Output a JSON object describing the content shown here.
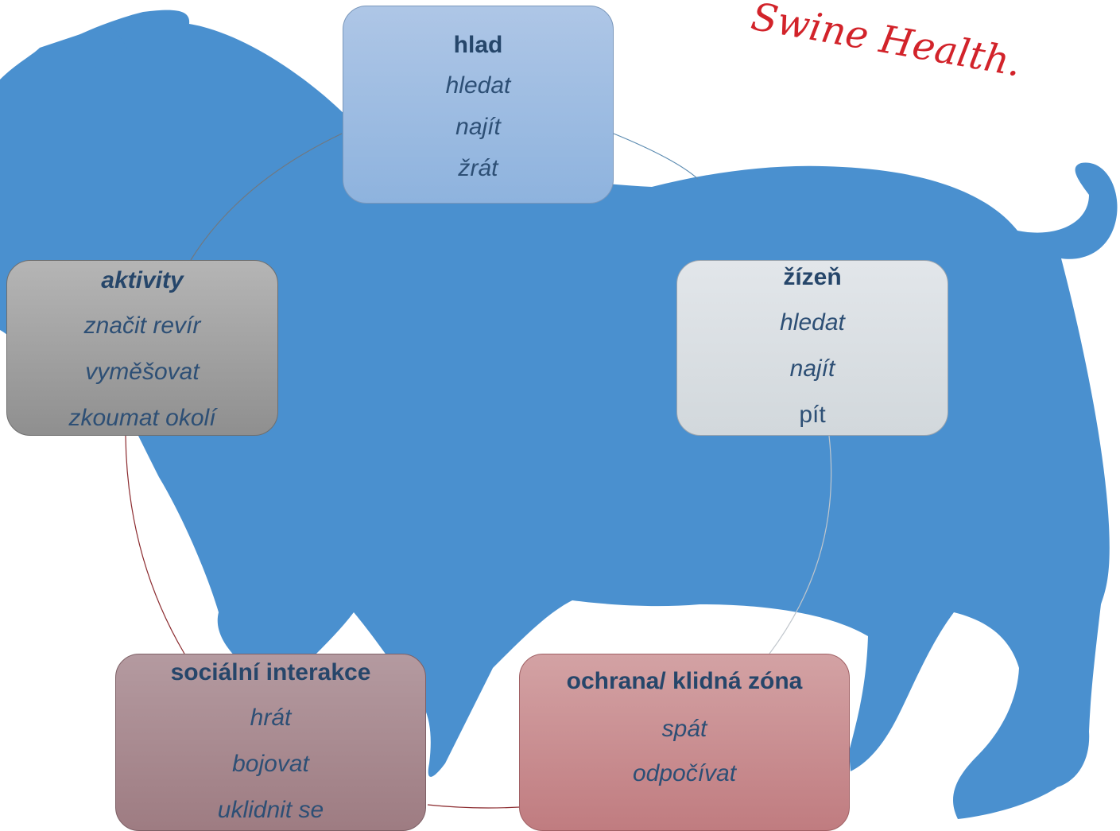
{
  "brand": {
    "text": "Swine Health.",
    "color": "#d2232a"
  },
  "colors": {
    "pig_silhouette": "#4a90cf",
    "cycle_line_upper": "#6b8ba8",
    "cycle_line_lower": "#8b2a2e"
  },
  "nodes": {
    "hunger": {
      "title": "hlad",
      "items": [
        "hledat",
        "najít",
        "žrát"
      ]
    },
    "thirst": {
      "title": "žízeň",
      "items": [
        "hledat",
        "najít",
        "pít"
      ]
    },
    "protection": {
      "title": "ochrana/ klidná zóna",
      "items": [
        "spát",
        "odpočívat"
      ]
    },
    "social": {
      "title": "sociální interakce",
      "items": [
        "hrát",
        "bojovat",
        "uklidnit se"
      ]
    },
    "activities": {
      "title": "aktivity",
      "items": [
        "značit revír",
        "vyměšovat",
        "zkoumat okolí"
      ]
    }
  }
}
